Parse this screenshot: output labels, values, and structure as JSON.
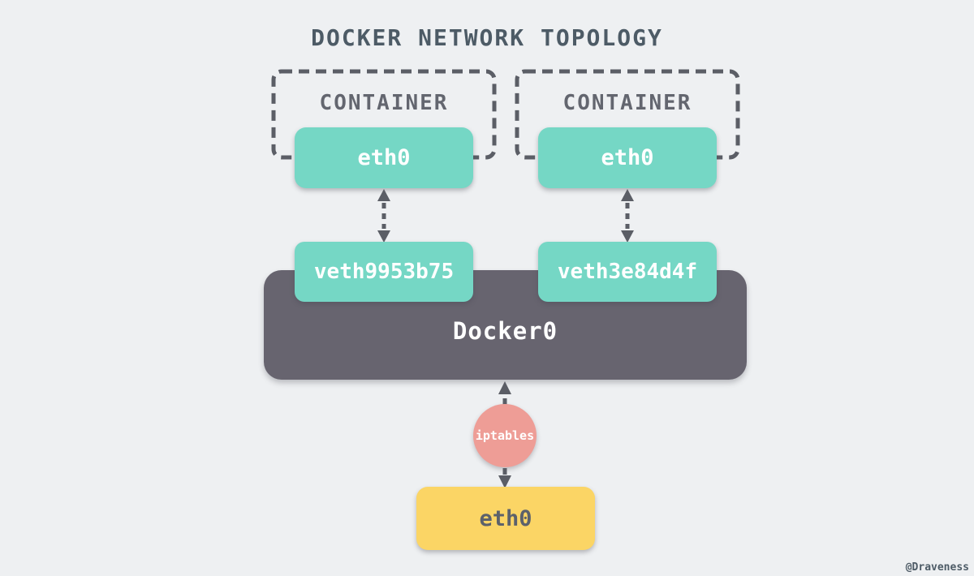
{
  "title": "DOCKER NETWORK TOPOLOGY",
  "watermark": "@Draveness",
  "colors": {
    "background": "#eef0f2",
    "interface_teal": "#75d7c5",
    "bridge_gray": "#67646f",
    "host_interface_yellow": "#fbd565",
    "nat_salmon": "#ee9d96",
    "line_stroke": "#5b5e66",
    "title_text": "#4d5b66",
    "container_label_text": "#63666f"
  },
  "containers": [
    {
      "label": "CONTAINER",
      "interface_label": "eth0",
      "veth_label": "veth9953b75"
    },
    {
      "label": "CONTAINER",
      "interface_label": "eth0",
      "veth_label": "veth3e84d4f"
    }
  ],
  "bridge": {
    "label": "Docker0"
  },
  "nat": {
    "label": "iptables"
  },
  "host_interface": {
    "label": "eth0"
  }
}
